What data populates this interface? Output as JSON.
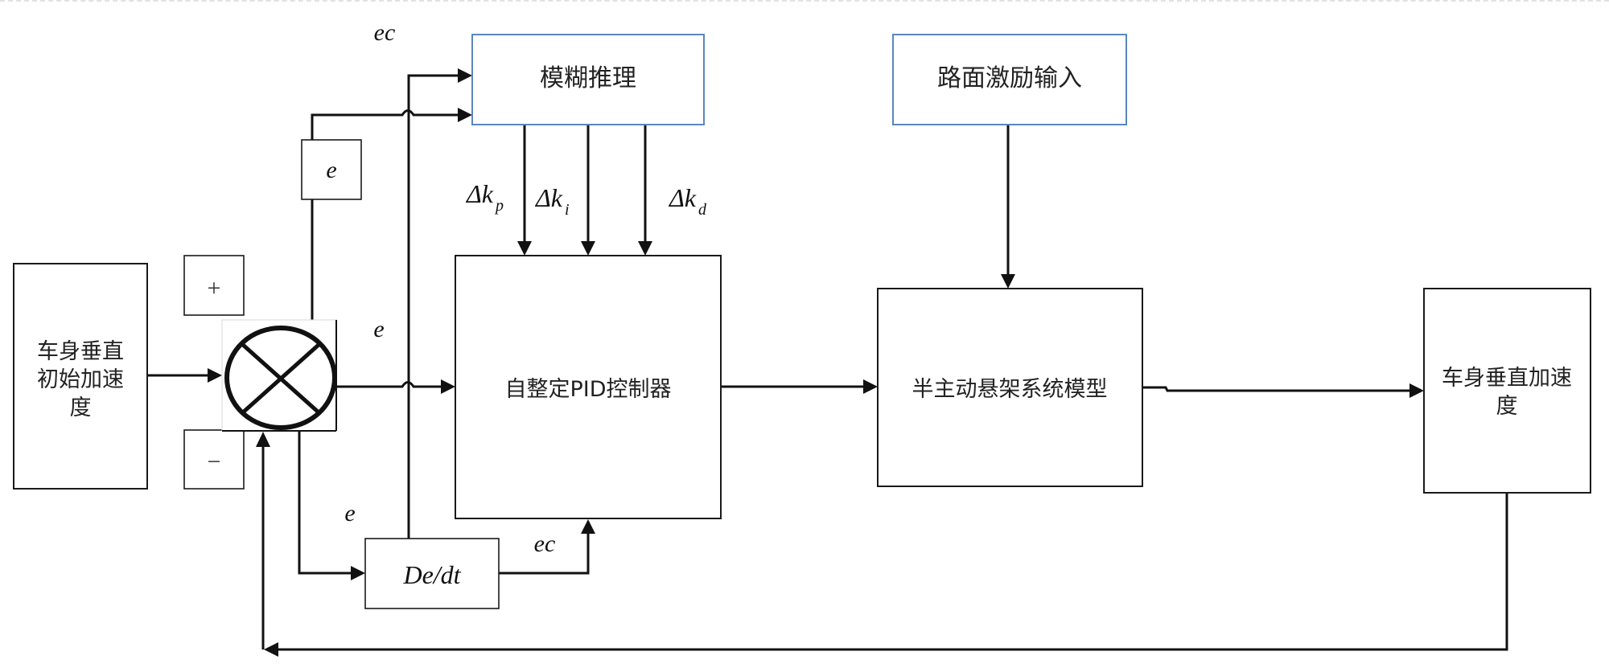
{
  "diagram": {
    "type": "control-block-diagram",
    "colors": {
      "line": "#111111",
      "box_border": "#1a1a1a",
      "fuzzy_box_border": "#5b86c0",
      "background": "#ffffff"
    },
    "blocks": {
      "input": {
        "lines": [
          "车身垂直",
          "初始加速",
          "度"
        ]
      },
      "plus_sign": {
        "label": "+"
      },
      "minus_sign": {
        "label": "−"
      },
      "summing_junction": {
        "icon": "summing-junction-icon"
      },
      "e_box": {
        "label": "e"
      },
      "fuzzy": {
        "label": "模糊推理"
      },
      "road": {
        "label": "路面激励输入"
      },
      "pid": {
        "label": "自整定PID控制器"
      },
      "derivative": {
        "label": "De/dt"
      },
      "suspension": {
        "label": "半主动悬架系统模型"
      },
      "output": {
        "lines": [
          "车身垂直加速",
          "度"
        ]
      }
    },
    "signals": {
      "ec_top": "ec",
      "e_main": "e",
      "e_lower": "e",
      "ec_lower": "ec",
      "delta_kp": {
        "base": "Δk",
        "sub": "p"
      },
      "delta_ki": {
        "base": "Δk",
        "sub": "i"
      },
      "delta_kd": {
        "base": "Δk",
        "sub": "d"
      }
    },
    "connections": [
      {
        "from": "input",
        "to": "summing_junction",
        "sign": "+"
      },
      {
        "from": "summing_junction",
        "to": "pid",
        "label": "e"
      },
      {
        "from": "summing_junction",
        "to": "fuzzy",
        "via": "e_box",
        "label": "e"
      },
      {
        "from": "summing_junction",
        "to": "derivative",
        "label": "e"
      },
      {
        "from": "derivative",
        "to": "pid",
        "label": "ec"
      },
      {
        "from": "derivative",
        "to": "fuzzy",
        "label": "ec"
      },
      {
        "from": "fuzzy",
        "to": "pid",
        "label": "Δkp"
      },
      {
        "from": "fuzzy",
        "to": "pid",
        "label": "Δki"
      },
      {
        "from": "fuzzy",
        "to": "pid",
        "label": "Δkd"
      },
      {
        "from": "pid",
        "to": "suspension"
      },
      {
        "from": "road",
        "to": "suspension"
      },
      {
        "from": "suspension",
        "to": "output"
      },
      {
        "from": "output",
        "to": "summing_junction",
        "sign": "−",
        "type": "feedback"
      }
    ]
  }
}
